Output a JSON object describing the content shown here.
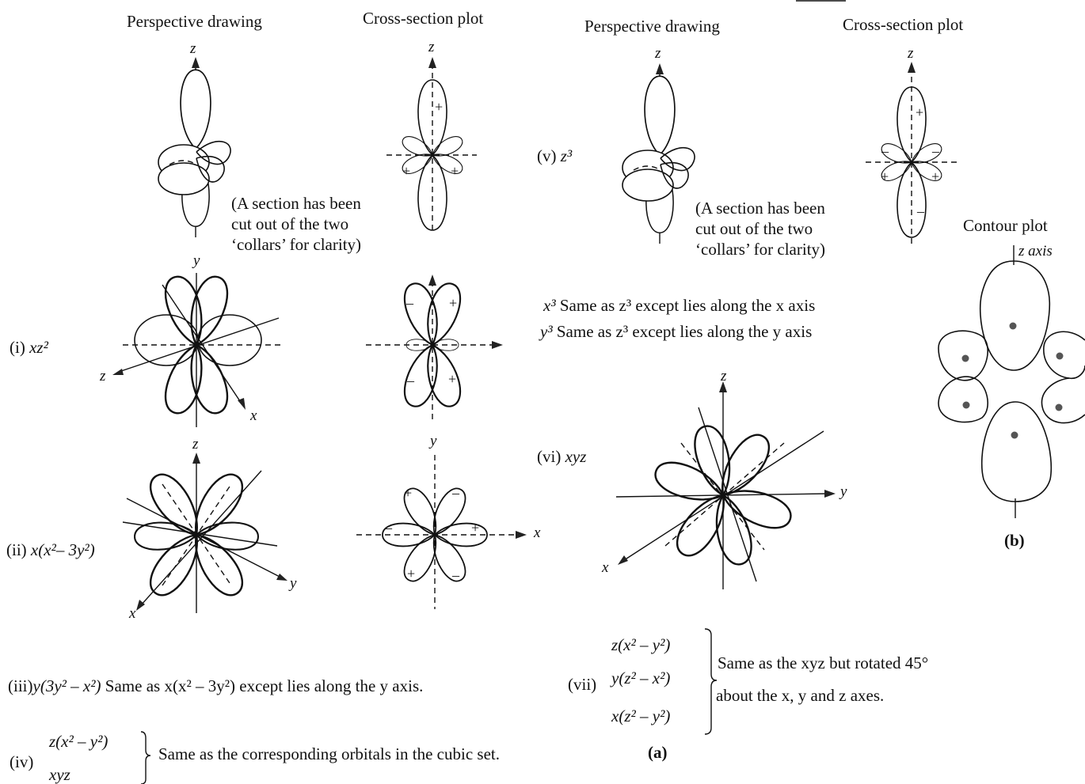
{
  "headers": {
    "left_perspective": "Perspective drawing",
    "left_cross": "Cross-section plot",
    "right_perspective": "Perspective drawing",
    "right_cross": "Cross-section plot",
    "contour": "Contour plot"
  },
  "axis_labels": {
    "x": "x",
    "y": "y",
    "z": "z",
    "z_axis": "z axis"
  },
  "signs": {
    "plus": "+",
    "minus": "–"
  },
  "note": {
    "line1": "(A section has been",
    "line2": "cut out of the two",
    "line3": "‘collars’ for clarity)"
  },
  "rows": {
    "i": {
      "num": "(i)",
      "formula": "xz²"
    },
    "ii": {
      "num": "(ii)",
      "formula": "x(x²– 3y²)"
    },
    "iii": {
      "num": "(iii)",
      "formula": "y(3y² – x²)",
      "text": "Same as x(x² – 3y²) except lies along the y axis."
    },
    "iv": {
      "num": "(iv)",
      "formula_1": "z(x² – y²)",
      "formula_2": "xyz",
      "text": "Same as the corresponding orbitals in the cubic set."
    },
    "v": {
      "num": "(v)",
      "formula": "z³"
    },
    "x3": {
      "formula": "x³",
      "text": "Same as z³ except lies along the x axis"
    },
    "y3": {
      "formula": "y³",
      "text": "Same as z³ except lies along the y axis"
    },
    "vi": {
      "num": "(vi)",
      "formula": "xyz"
    },
    "vii": {
      "num": "(vii)",
      "formula_1": "z(x² – y²)",
      "formula_2": "y(z² – x²)",
      "formula_3": "x(z² – y²)",
      "text_1": "Same as the xyz but rotated 45°",
      "text_2": "about the x, y and z axes."
    }
  },
  "panel_labels": {
    "a": "(a)",
    "b": "(b)"
  }
}
